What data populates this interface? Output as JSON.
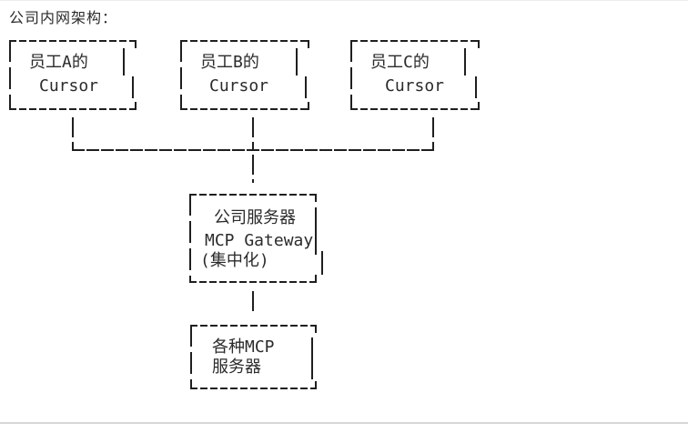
{
  "title": "公司内网架构：",
  "colors": {
    "line": "#1f1f1f",
    "text": "#2b2b2b",
    "separator": "#d7d7d7",
    "hairline": "#ededed",
    "background": "#ffffff"
  },
  "boxes": {
    "employee_a": {
      "lines": [
        "员工A的",
        "Cursor"
      ]
    },
    "employee_b": {
      "lines": [
        "员工B的",
        "Cursor"
      ]
    },
    "employee_c": {
      "lines": [
        "员工C的",
        "Cursor"
      ]
    },
    "gateway": {
      "lines": [
        "公司服务器",
        "MCP Gateway",
        "(集中化)"
      ]
    },
    "mcp_servers": {
      "lines": [
        "各种MCP",
        "服务器"
      ]
    }
  }
}
